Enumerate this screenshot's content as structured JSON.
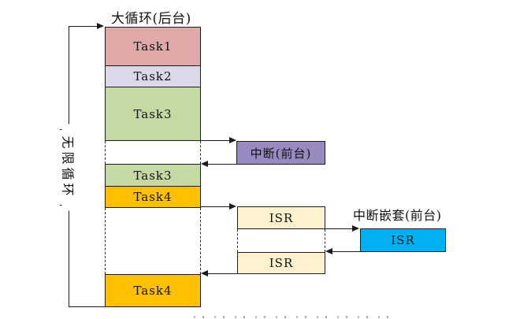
{
  "diagram": {
    "background_title": "大循环(后台)",
    "loop_label": "无限循环",
    "stack": {
      "segments": [
        {
          "label": "Task1",
          "color": "#dfa9a7"
        },
        {
          "label": "Task2",
          "color": "#dcd7e9"
        },
        {
          "label": "Task3",
          "color": "#c5d9a4"
        },
        {
          "label": "Task3",
          "color": "#c5d9a4"
        },
        {
          "label": "Task4",
          "color": "#ffc000"
        },
        {
          "label": "Task4",
          "color": "#ffc000"
        }
      ]
    },
    "foreground": {
      "interrupt": {
        "label": "中断(前台)",
        "color": "#9889c0"
      },
      "isr_queue": [
        {
          "label": "ISR",
          "color": "#fdf2cd"
        },
        {
          "label": "ISR",
          "color": "#fdf2cd"
        }
      ],
      "nested": {
        "title": "中断嵌套(前台)",
        "isr_label": "ISR",
        "color": "#00b0f0"
      }
    },
    "line_color": "#1c1c1c"
  }
}
